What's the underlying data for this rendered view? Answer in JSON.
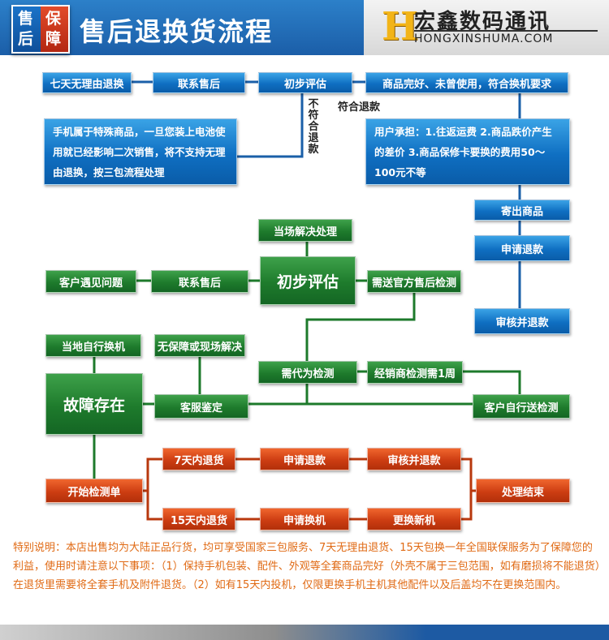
{
  "header": {
    "badge_chars": [
      "售",
      "保",
      "后",
      "障"
    ],
    "title": "售后退换货流程",
    "logo_mark": "H",
    "logo_cn": "宏鑫数码通讯",
    "logo_en": "HONGXINSHUMA.COM"
  },
  "flow_top": {
    "seven_day": "七天无理由退换",
    "contact_support": "联系售后",
    "initial_eval": "初步评估",
    "condition": "商品完好、未曾使用，符合换机要求",
    "not_qualified": "不符合退款",
    "qualified": "符合退款",
    "special_note": "手机属于特殊商品，一旦您装上电池使用就已经影响二次销售，将不支持无理由退换，按三包流程处理",
    "user_costs": "用户承担：1.往返运费 2.商品跌价产生的差价 3.商品保修卡要换的费用50～100元不等",
    "send_goods": "寄出商品",
    "apply_refund": "申请退款",
    "review_refund": "审核并退款"
  },
  "flow_mid": {
    "on_site": "当场解决处理",
    "customer_problem": "客户遇见问题",
    "contact_support": "联系售后",
    "initial_eval": "初步评估",
    "official_check": "需送官方售后检测",
    "local_exchange": "当地自行换机",
    "no_warranty": "无保障或现场解决",
    "need_proxy": "需代为检测",
    "dealer_check": "经销商检测需1周",
    "fault_exists": "故障存在",
    "service_check": "客服鉴定",
    "customer_send": "客户自行送检测"
  },
  "flow_bottom": {
    "return_7": "7天内退货",
    "apply_refund": "申请退款",
    "review_refund": "审核并退款",
    "start_check": "开始检测单",
    "finish": "处理结束",
    "return_15": "15天内退货",
    "apply_exchange": "申请换机",
    "new_phone": "更换新机"
  },
  "note": "特别说明：本店出售均为大陆正品行货，均可享受国家三包服务、7天无理由退货、15天包换一年全国联保服务为了保障您的利益，使用时请注意以下事项：（1）保持手机包装、配件、外观等全套商品完好（外壳不属于三包范围，如有磨损将不能退货）在退货里需要将全套手机及附件退货。（2）如有15天内投机，仅限更换手机主机其他配件以及后盖均不在更换范围内。",
  "colors": {
    "header_blue": "#1b5ea8",
    "box_blue": "#0f6fc2",
    "box_green": "#1e7b2c",
    "box_orange": "#cd3d12",
    "note_orange": "#e06a14"
  }
}
